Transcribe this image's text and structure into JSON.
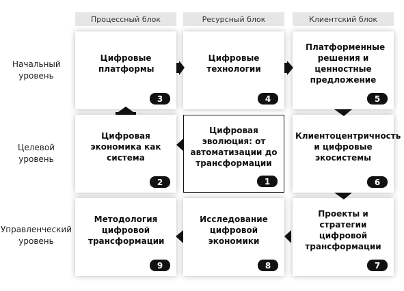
{
  "columns": [
    "Процессный блок",
    "Ресурсный блок",
    "Клиентский блок"
  ],
  "rows": [
    "Начальный уровень",
    "Целевой уровень",
    "Управленческий уровень"
  ],
  "cells": [
    {
      "text": "Цифровые платформы",
      "number": "3"
    },
    {
      "text": "Цифровые технологии",
      "number": "4"
    },
    {
      "text": "Платформенные решения и ценностные предложение",
      "number": "5"
    },
    {
      "text": "Цифровая экономика как система",
      "number": "2"
    },
    {
      "text": "Цифровая эволюция: от автоматизации до трансформации",
      "number": "1"
    },
    {
      "text": "Клиентоцентричность и цифровые экосистемы",
      "number": "6"
    },
    {
      "text": "Методология цифровой трансформации",
      "number": "9"
    },
    {
      "text": "Исследование цифровой экономики",
      "number": "8"
    },
    {
      "text": "Проекты и стратегии цифровой трансформации",
      "number": "7"
    }
  ],
  "colors": {
    "header_bg": "#e6e6e6",
    "arrow": "#111111",
    "badge": "#111111"
  }
}
